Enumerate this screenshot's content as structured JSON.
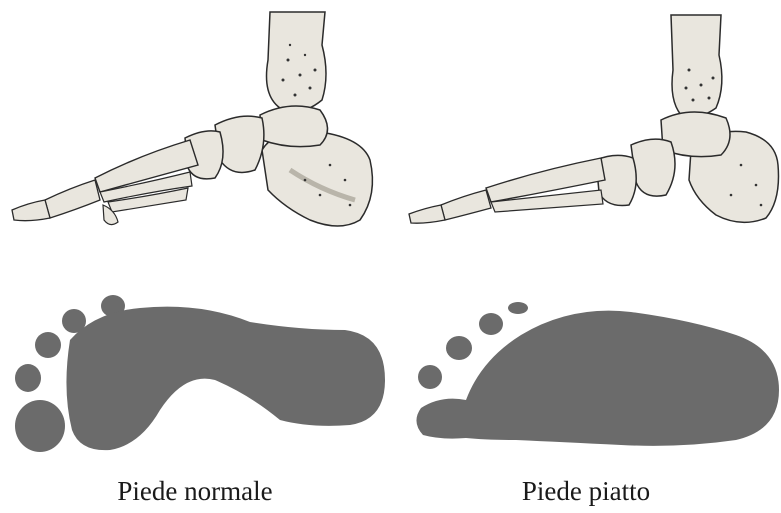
{
  "figure": {
    "panels": [
      {
        "id": "normal",
        "caption": "Piede normale"
      },
      {
        "id": "flat",
        "caption": "Piede piatto"
      }
    ]
  },
  "colors": {
    "bone_fill": "#e9e6de",
    "bone_shade": "#b9b5aa",
    "bone_outline": "#2b2b2b",
    "footprint": "#6b6b6b",
    "background": "#ffffff"
  }
}
